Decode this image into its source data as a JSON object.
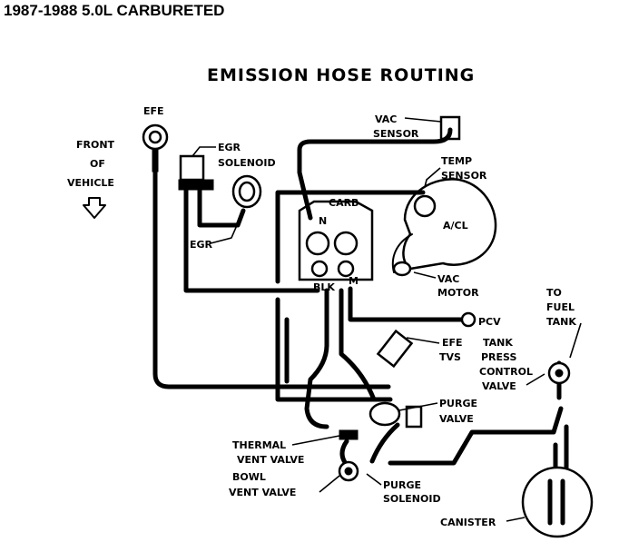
{
  "header": {
    "title": "1987-1988 5.0L CARBURETED"
  },
  "diagram": {
    "title": "EMISSION HOSE ROUTING",
    "labels": {
      "efe": "EFE",
      "front_l1": "FRONT",
      "front_l2": "OF",
      "front_l3": "VEHICLE",
      "egr_solenoid_l1": "EGR",
      "egr_solenoid_l2": "SOLENOID",
      "egr": "EGR",
      "vac_sensor_l1": "VAC",
      "vac_sensor_l2": "SENSOR",
      "temp_sensor_l1": "TEMP",
      "temp_sensor_l2": "SENSOR",
      "carb": "CARB",
      "carb_n": "N",
      "carb_blk": "BLK",
      "carb_m": "M",
      "ac": "A/CL",
      "vac_motor_l1": "VAC",
      "vac_motor_l2": "MOTOR",
      "pcv": "PCV",
      "to_fuel_tank_l1": "TO",
      "to_fuel_tank_l2": "FUEL",
      "to_fuel_tank_l3": "TANK",
      "efe_tvs_l1": "EFE",
      "efe_tvs_l2": "TVS",
      "tank_press_l1": "TANK",
      "tank_press_l2": "PRESS",
      "tank_press_l3": "CONTROL",
      "tank_press_l4": "VALVE",
      "purge_valve_l1": "PURGE",
      "purge_valve_l2": "VALVE",
      "thermal_vent_l1": "THERMAL",
      "thermal_vent_l2": "VENT VALVE",
      "bowl_vent_l1": "BOWL",
      "bowl_vent_l2": "VENT VALVE",
      "purge_solenoid_l1": "PURGE",
      "purge_solenoid_l2": "SOLENOID",
      "canister": "CANISTER"
    }
  }
}
